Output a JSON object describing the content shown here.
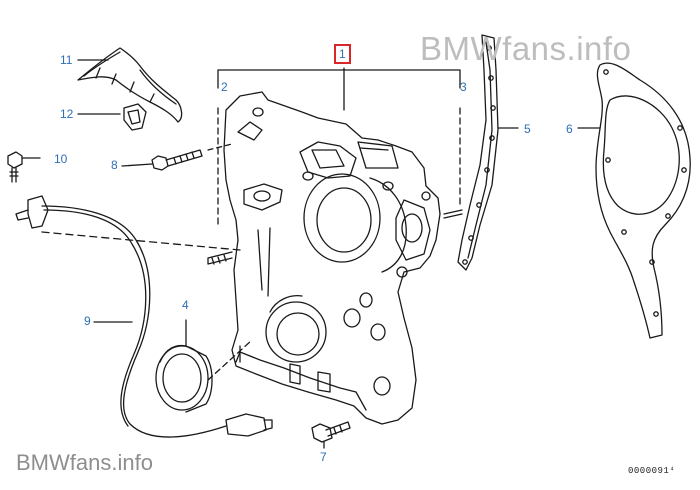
{
  "diagram": {
    "watermark_top": "BMWfans.info",
    "watermark_bottom": "BMWfans.info",
    "drawing_number": "0000091⁴",
    "selected_callout": "1",
    "callouts": {
      "c1": "1",
      "c2": "2",
      "c3": "3",
      "c4": "4",
      "c5": "5",
      "c6": "6",
      "c7": "7",
      "c8": "8",
      "c9": "9",
      "c10": "10",
      "c11": "11",
      "c12": "12"
    },
    "colors": {
      "callout": "#2f6fb5",
      "highlight": "#d9262b",
      "line": "#1a1a1a",
      "watermark": "#bdbdbd"
    }
  }
}
